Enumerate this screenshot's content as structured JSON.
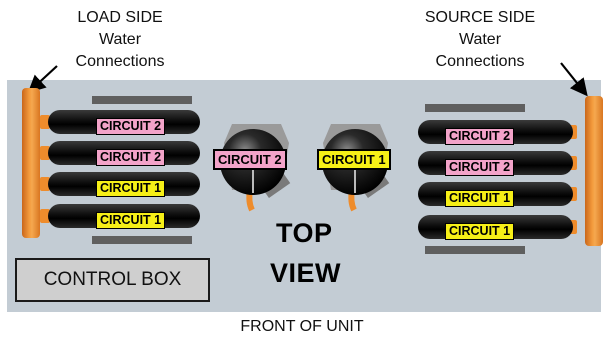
{
  "captions": {
    "load_side": [
      "LOAD SIDE",
      "Water",
      "Connections"
    ],
    "source_side": [
      "SOURCE SIDE",
      "Water",
      "Connections"
    ],
    "front": "FRONT OF UNIT"
  },
  "view_title": [
    "TOP",
    "VIEW"
  ],
  "control_box": "CONTROL BOX",
  "load_coils": [
    {
      "label": "CIRCUIT 2",
      "color": "#f3a3c9"
    },
    {
      "label": "CIRCUIT 2",
      "color": "#f3a3c9"
    },
    {
      "label": "CIRCUIT 1",
      "color": "#f6ef17"
    },
    {
      "label": "CIRCUIT 1",
      "color": "#f6ef17"
    }
  ],
  "compressors": [
    {
      "label": "CIRCUIT 2",
      "color": "#f3a3c9"
    },
    {
      "label": "CIRCUIT 1",
      "color": "#f6ef17"
    }
  ],
  "source_coils": [
    {
      "label": "CIRCUIT 2",
      "color": "#f3a3c9"
    },
    {
      "label": "CIRCUIT 2",
      "color": "#f3a3c9"
    },
    {
      "label": "CIRCUIT 1",
      "color": "#f6ef17"
    },
    {
      "label": "CIRCUIT 1",
      "color": "#f6ef17"
    }
  ],
  "colors": {
    "panel": "#c3ccd4",
    "header": "#f39a3c",
    "circuit_1": "#f6ef17",
    "circuit_2": "#f3a3c9"
  }
}
